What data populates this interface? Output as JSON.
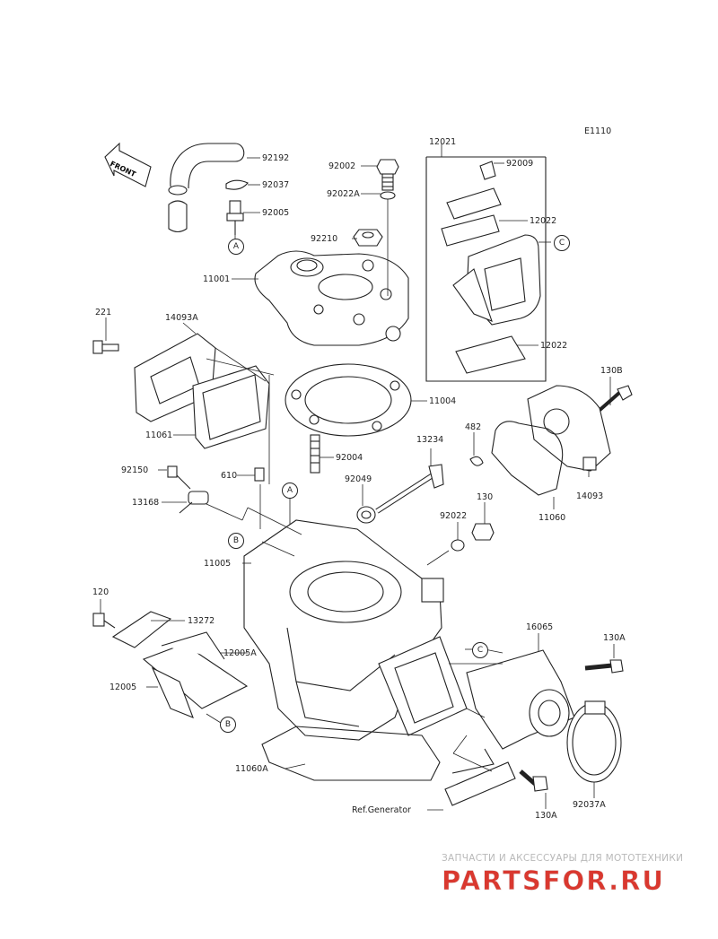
{
  "diagram_code": "E1110",
  "front_arrow_text": "FRONT",
  "watermark": {
    "caption": "ЗАПЧАСТИ И АКСЕССУАРЫ ДЛЯ МОТОТЕХНИКИ",
    "brand": "PARTSFOR.RU"
  },
  "part_labels": [
    "92192",
    "92037",
    "92005",
    "92002",
    "92022A",
    "92210",
    "11001",
    "12021",
    "92009",
    "12022",
    "12022",
    "221",
    "14093A",
    "11061",
    "11004",
    "130B",
    "92004",
    "13234",
    "482",
    "14093",
    "92150",
    "610",
    "92049",
    "130",
    "11060",
    "13168",
    "92022",
    "11005",
    "120",
    "13272",
    "16065",
    "130A",
    "12005A",
    "12005",
    "11060A",
    "92037A",
    "Ref.Generator",
    "130A"
  ],
  "ref_markers": [
    "A",
    "C",
    "A",
    "B",
    "C",
    "B"
  ],
  "colors": {
    "line": "#222222",
    "watermark_gray": "#b9b9b9",
    "watermark_red": "#d9382f"
  }
}
